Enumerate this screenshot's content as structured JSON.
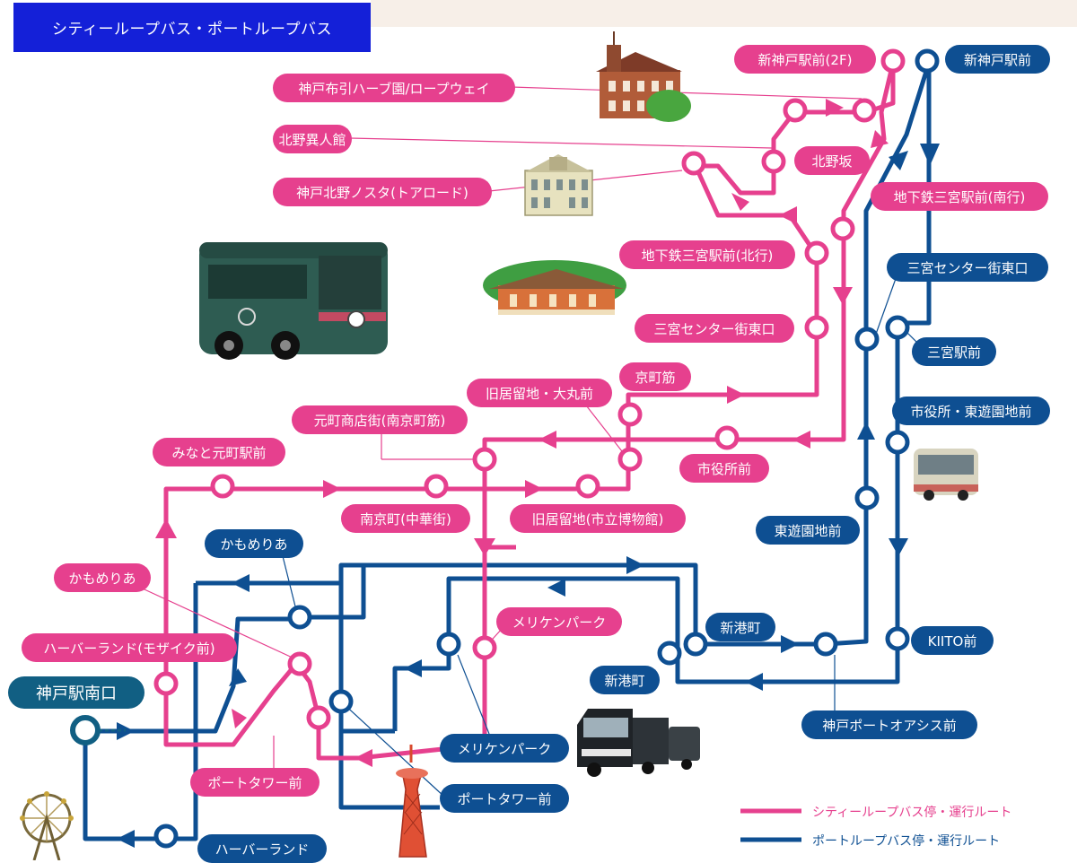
{
  "title": "シティーループバス・ポートループバス",
  "colors": {
    "city_loop": "#e6408e",
    "port_loop": "#0e4f92",
    "hub": "#115f83",
    "title_bg": "#1420d8"
  },
  "hub_stop": "神戸駅南口",
  "city_stops": [
    "新神戸駅前(2F)",
    "神戸布引ハーブ園/ロープウェイ",
    "北野異人館",
    "神戸北野ノスタ(トアロード)",
    "北野坂",
    "地下鉄三宮駅前(北行)",
    "三宮センター街東口",
    "京町筋",
    "旧居留地・大丸前",
    "元町商店街(南京町筋)",
    "市役所前",
    "みなと元町駅前",
    "南京町(中華街)",
    "旧居留地(市立博物館)",
    "かもめりあ",
    "メリケンパーク",
    "ハーバーランド(モザイク前)",
    "ポートタワー前",
    "地下鉄三宮駅前(南行)"
  ],
  "port_stops": [
    "新神戸駅前",
    "三宮センター街東口",
    "三宮駅前",
    "市役所・東遊園地前",
    "東遊園地前",
    "かもめりあ",
    "新港町",
    "新港町",
    "KIITO前",
    "神戸ポートオアシス前",
    "メリケンパーク",
    "ポートタワー前",
    "ハーバーランド"
  ],
  "legend": {
    "city": "シティーループバス停・運行ルート",
    "port": "ポートループバス停・運行ルート"
  },
  "icons": [
    "bus-retro-icon",
    "bus-small-icon",
    "bus-articulated-icon",
    "port-tower-icon",
    "ferris-wheel-icon",
    "ijinkan-icon",
    "shrine-icon",
    "nosta-icon"
  ]
}
